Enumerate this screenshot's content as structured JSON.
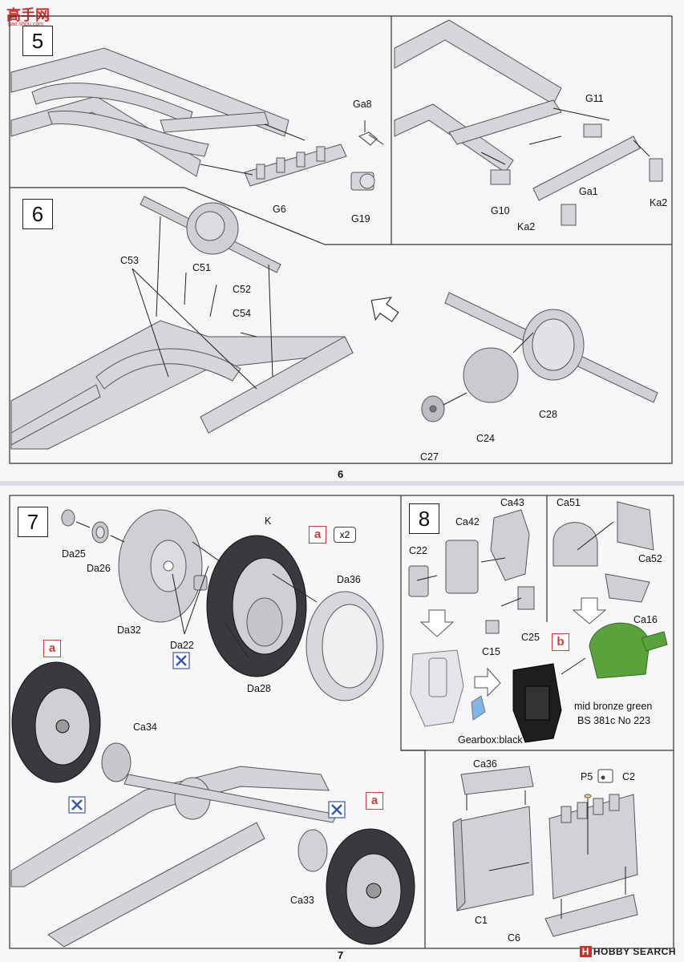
{
  "watermark_top": {
    "brand": "高手网",
    "url": "gao.shou.com"
  },
  "watermark_bottom": {
    "mark": "H",
    "text": "HOBBY SEARCH"
  },
  "page_top": {
    "number": "6"
  },
  "page_bottom": {
    "number": "7"
  },
  "steps": {
    "s5": {
      "number": "5",
      "parts": [
        "Ga8",
        "G19",
        "G6",
        "G11",
        "G10",
        "Ga1",
        "Ka2",
        "Ka2"
      ]
    },
    "s6": {
      "number": "6",
      "parts": [
        "C53",
        "C51",
        "C52",
        "C54",
        "C28",
        "C24",
        "C27"
      ]
    },
    "s7": {
      "number": "7",
      "parts": [
        "Da25",
        "Da26",
        "Da32",
        "K",
        "Da22",
        "Da28",
        "Da36",
        "Ca34",
        "Ca33"
      ],
      "badge": "a",
      "multiplier": "x2"
    },
    "s8": {
      "number": "8",
      "parts": [
        "Ca43",
        "Ca42",
        "C22",
        "C15",
        "C25",
        "Ca51",
        "Ca52",
        "Ca16"
      ],
      "badge": "b",
      "paint": "mid bronze green",
      "paint_code": "BS 381c No 223",
      "gearbox": "Gearbox:black"
    },
    "engine": {
      "parts": [
        "Ca36",
        "P5",
        "C2",
        "C1",
        "C6"
      ]
    }
  },
  "colors": {
    "part_grey": "#c8c8cc",
    "paint_green": "#5aa23c",
    "badge_red": "#d03a3a",
    "gearbox_black": "#1e1e1e"
  }
}
